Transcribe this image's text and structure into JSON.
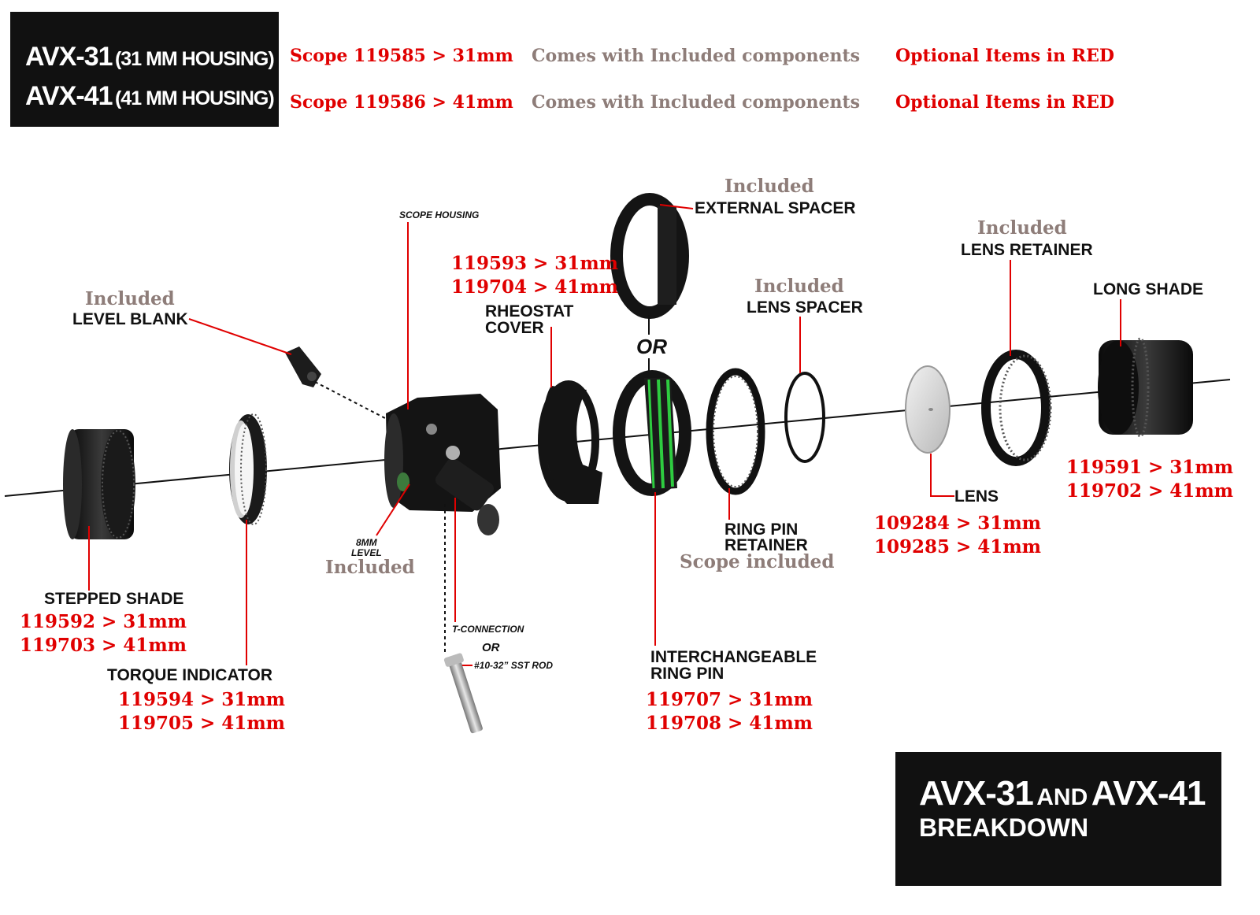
{
  "title_box": {
    "line1_model": "AVX-31",
    "line1_note": "(31 MM HOUSING)",
    "line2_model": "AVX-41",
    "line2_note": "(41 MM HOUSING)"
  },
  "header_rows": [
    {
      "scope": "Scope 119585 >  31mm",
      "included": "Comes with Included components",
      "optional": "Optional Items in RED"
    },
    {
      "scope": "Scope 119586 > 41mm",
      "included": "Comes with Included components",
      "optional": "Optional Items in RED"
    }
  ],
  "parts": {
    "level_blank": {
      "tag": "Included",
      "name": "LEVEL BLANK"
    },
    "scope_housing": {
      "name": "SCOPE HOUSING"
    },
    "rheostat_cover": {
      "name_line1": "RHEOSTAT",
      "name_line2": "COVER",
      "pn_31": "119593 > 31mm",
      "pn_41": "119704 > 41mm"
    },
    "external_spacer": {
      "tag": "Included",
      "name": "EXTERNAL SPACER"
    },
    "or_between": "OR",
    "lens_spacer": {
      "tag": "Included",
      "name": "LENS SPACER"
    },
    "lens_retainer": {
      "tag": "Included",
      "name": "LENS RETAINER"
    },
    "long_shade": {
      "name": "LONG SHADE",
      "pn_31": "119591 > 31mm",
      "pn_41": "119702 > 41mm"
    },
    "lens": {
      "name": "LENS",
      "pn_31": "109284 > 31mm",
      "pn_41": "109285 > 41mm"
    },
    "ring_pin_retainer": {
      "name_line1": "RING PIN",
      "name_line2": "RETAINER",
      "tag": "Scope included"
    },
    "level_8mm": {
      "name_line1": "8MM",
      "name_line2": "LEVEL",
      "tag": "Included"
    },
    "stepped_shade": {
      "name": "STEPPED SHADE",
      "pn_31": "119592 > 31mm",
      "pn_41": "119703 > 41mm"
    },
    "torque_indicator": {
      "name": "TORQUE INDICATOR",
      "pn_31": "119594 > 31mm",
      "pn_41": "119705 > 41mm"
    },
    "t_connection": {
      "name": "T-CONNECTION",
      "or": "OR",
      "rod": "#10-32” SST ROD"
    },
    "ring_pin": {
      "name_line1": "INTERCHANGEABLE",
      "name_line2": "RING PIN",
      "pn_31": "119707 > 31mm",
      "pn_41": "119708 > 41mm"
    }
  },
  "breakdown_box": {
    "model_a": "AVX-31",
    "and": "AND",
    "model_b": "AVX-41",
    "subtitle": "BREAKDOWN"
  },
  "colors": {
    "optional_red": "#e00000",
    "included_taupe": "#8e7d79",
    "box_black": "#111111",
    "ring_pin_green": "#2ecc40"
  }
}
